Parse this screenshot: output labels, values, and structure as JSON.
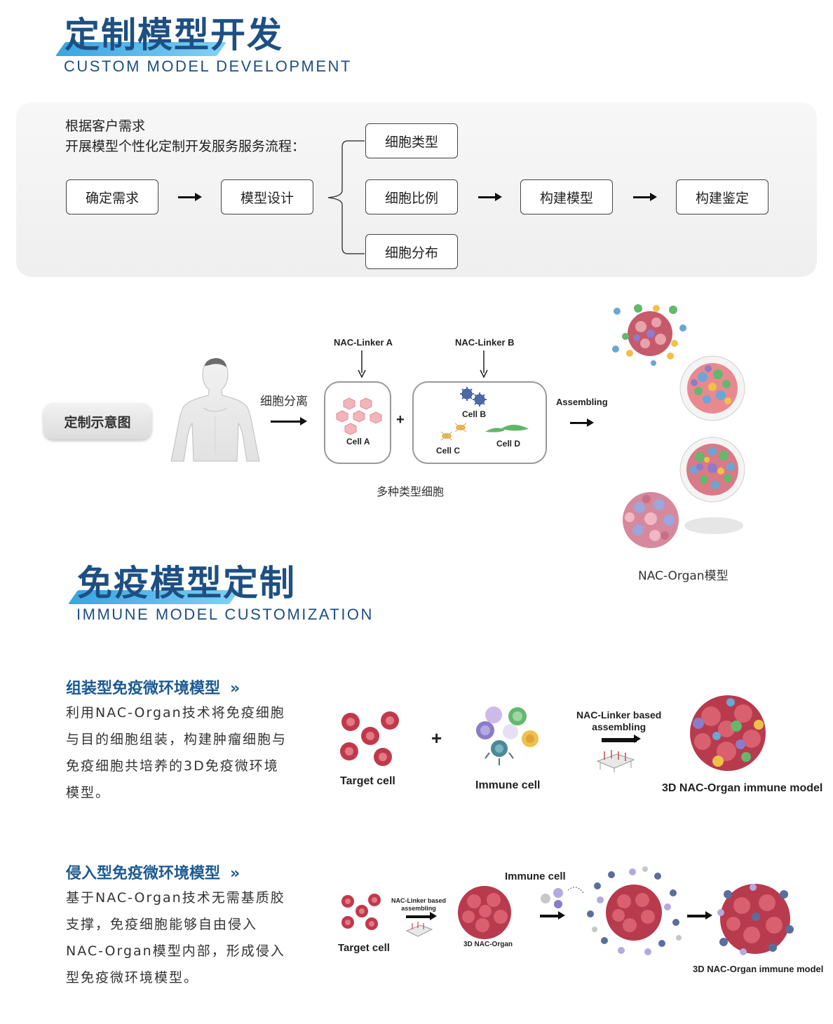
{
  "section1": {
    "title_cn": "定制模型开发",
    "title_en": "CUSTOM MODEL DEVELOPMENT"
  },
  "flow": {
    "intro_line1": "根据客户需求",
    "intro_line2": "开展模型个性化定制开发服务服务流程：",
    "step_confirm": "确定需求",
    "step_design": "模型设计",
    "branch_type": "细胞类型",
    "branch_ratio": "细胞比例",
    "branch_distribution": "细胞分布",
    "step_build": "构建模型",
    "step_identify": "构建鉴定"
  },
  "schematic": {
    "pill_label": "定制示意图",
    "separation_label": "细胞分离",
    "linker_a": "NAC-Linker A",
    "linker_b": "NAC-Linker B",
    "cell_a": "Cell A",
    "cell_b": "Cell B",
    "cell_c": "Cell C",
    "cell_d": "Cell D",
    "plus": "+",
    "multi_types": "多种类型细胞",
    "assembling": "Assembling",
    "organ_model": "NAC-Organ模型"
  },
  "section2": {
    "title_cn": "免疫模型定制",
    "title_en": "IMMUNE MODEL CUSTOMIZATION"
  },
  "assembled": {
    "title": "组装型免疫微环境模型",
    "chevron": "»",
    "desc": "利用NAC-Organ技术将免疫细胞与目的细胞组装，构建肿瘤细胞与免疫细胞共培养的3D免疫微环境模型。",
    "target_cell": "Target cell",
    "plus": "+",
    "immune_cell": "Immune cell",
    "linker_line1": "NAC-Linker based",
    "linker_line2": "assembling",
    "model_label": "3D NAC-Organ immune model"
  },
  "invasive": {
    "title": "侵入型免疫微环境模型",
    "chevron": "»",
    "desc": "基于NAC-Organ技术无需基质胶支撑，免疫细胞能够自由侵入NAC-Organ模型内部，形成侵入型免疫微环境模型。",
    "target_cell": "Target cell",
    "linker_line1": "NAC-Linker based",
    "linker_line2": "assembling",
    "organ_label": "3D NAC-Organ",
    "immune_cell": "Immune cell",
    "model_label": "3D NAC-Organ immune model"
  },
  "colors": {
    "title_blue": "#1d4f83",
    "swoosh": "#3aa5e0",
    "tumor_red": "#c0394b",
    "immune_purple": "#8a7cc9"
  }
}
